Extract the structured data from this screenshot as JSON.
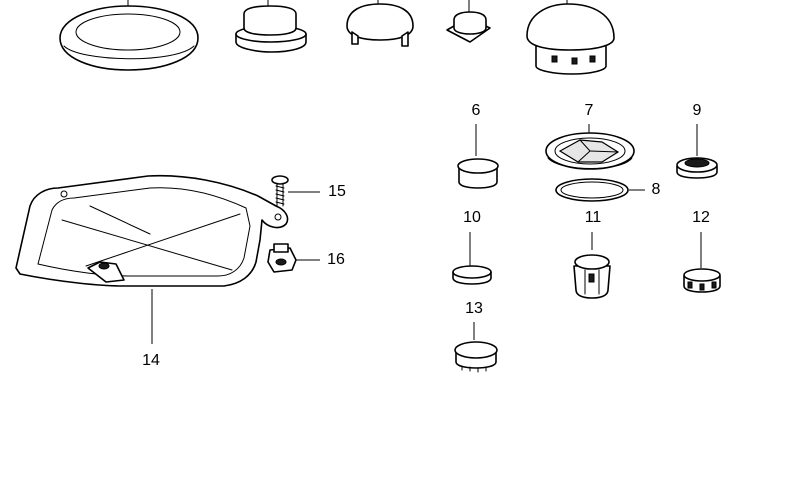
{
  "diagram": {
    "callouts": [
      {
        "id": "6",
        "label": "6"
      },
      {
        "id": "7",
        "label": "7"
      },
      {
        "id": "8",
        "label": "8"
      },
      {
        "id": "9",
        "label": "9"
      },
      {
        "id": "10",
        "label": "10"
      },
      {
        "id": "11",
        "label": "11"
      },
      {
        "id": "12",
        "label": "12"
      },
      {
        "id": "13",
        "label": "13"
      },
      {
        "id": "14",
        "label": "14"
      },
      {
        "id": "15",
        "label": "15"
      },
      {
        "id": "16",
        "label": "16"
      }
    ],
    "colors": {
      "line": "#000000",
      "background": "#ffffff",
      "shade": "#e6e6e6"
    }
  }
}
